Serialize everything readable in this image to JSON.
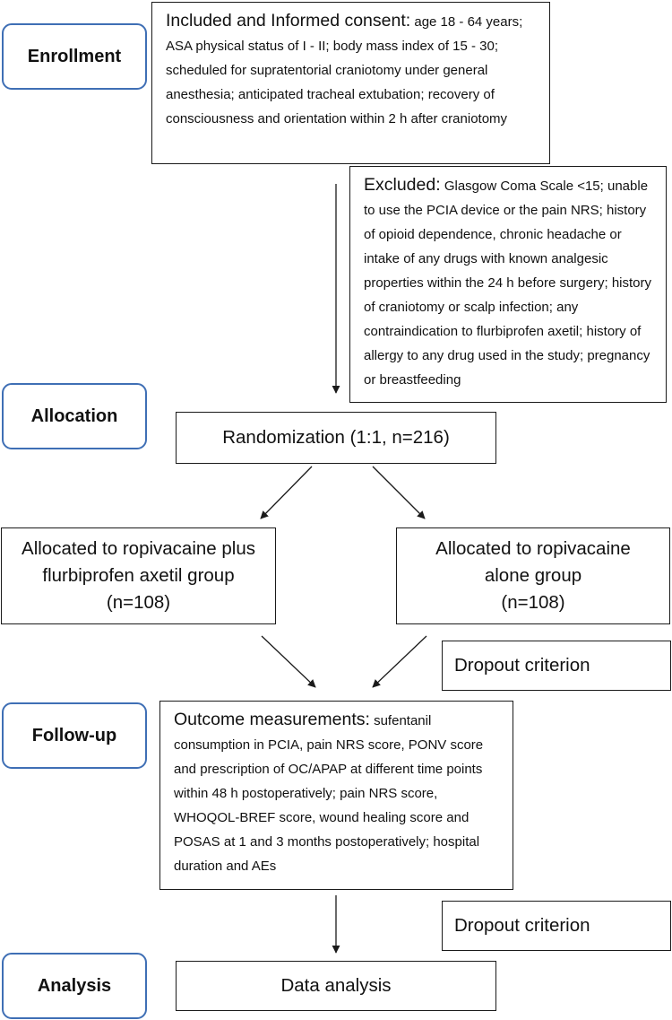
{
  "stages": {
    "enrollment": "Enrollment",
    "allocation": "Allocation",
    "followup": "Follow-up",
    "analysis": "Analysis"
  },
  "inclusion": {
    "lead": "Included and Informed consent:",
    "text": "age 18 - 64 years; ASA physical status of I - II; body mass index of 15 - 30; scheduled for supratentorial craniotomy under general anesthesia; anticipated tracheal extubation; recovery of consciousness and orientation within 2 h after craniotomy"
  },
  "exclusion": {
    "lead": "Excluded:",
    "text": "Glasgow Coma Scale <15; unable to use the PCIA device or the pain NRS; history of opioid dependence, chronic headache or intake of any drugs with known analgesic properties within the 24 h before surgery; history of craniotomy or scalp infection; any contraindication to flurbiprofen axetil; history of allergy to any drug used in the study; pregnancy or breastfeeding"
  },
  "randomization": "Randomization (1:1, n=216)",
  "group_a": {
    "name": "Allocated to ropivacaine plus flurbiprofen axetil group",
    "n": "(n=108)"
  },
  "group_b": {
    "name": "Allocated to ropivacaine alone group",
    "n": "(n=108)"
  },
  "dropout_1": "Dropout criterion",
  "dropout_2": "Dropout criterion",
  "outcome": {
    "lead": "Outcome measurements:",
    "text": "sufentanil consumption in PCIA, pain NRS score, PONV score and prescription of OC/APAP at different time points within 48 h postoperatively; pain NRS score, WHOQOL-BREF score, wound healing score and POSAS at 1 and 3 months postoperatively; hospital duration and AEs"
  },
  "analysis_box": "Data analysis",
  "colors": {
    "stage_border": "#3f6fb5",
    "box_border": "#1a1a1a",
    "arrow": "#1a1a1a"
  }
}
